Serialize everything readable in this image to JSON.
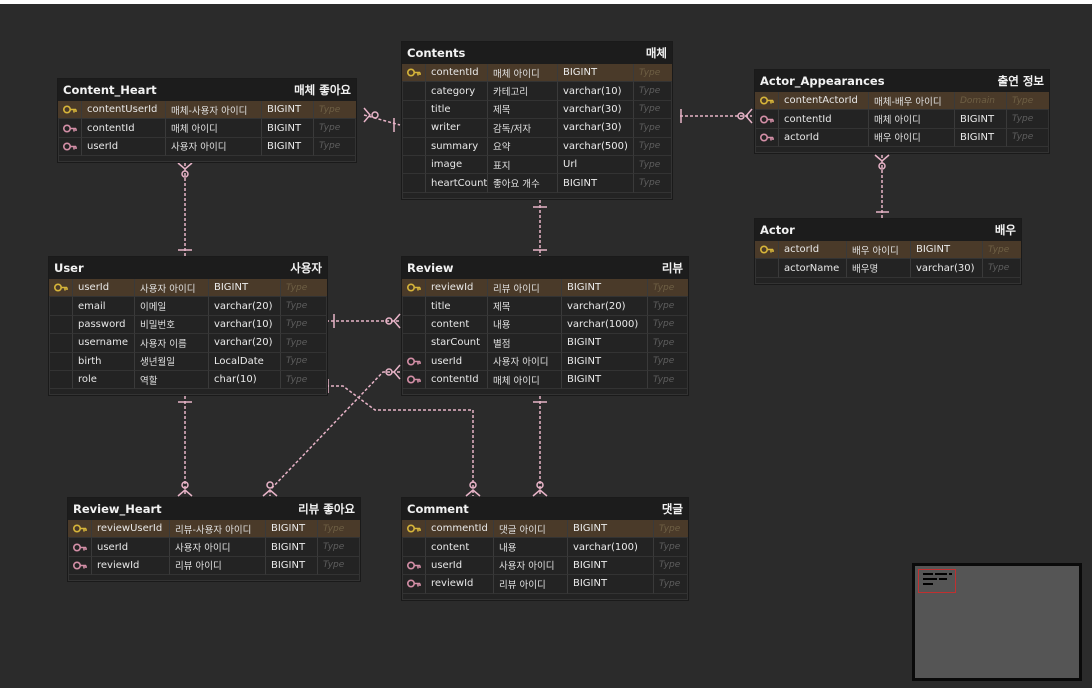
{
  "colors": {
    "background": "#2b2b2b",
    "pk_row": "#4a3a29",
    "relation_line": "#e8b4c8",
    "pk_key": "#d7b53a",
    "fk_key": "#d48fa7"
  },
  "placeholder": "Type",
  "domain_placeholder": "Domain",
  "tables": [
    {
      "id": "contents",
      "name": "Contents",
      "label": "매체",
      "rows": [
        {
          "key": "pk",
          "name": "contentId",
          "logical": "매체 아이디",
          "type": "BIGINT"
        },
        {
          "key": "",
          "name": "category",
          "logical": "카테고리",
          "type": "varchar(10)"
        },
        {
          "key": "",
          "name": "title",
          "logical": "제목",
          "type": "varchar(30)"
        },
        {
          "key": "",
          "name": "writer",
          "logical": "감독/저자",
          "type": "varchar(30)"
        },
        {
          "key": "",
          "name": "summary",
          "logical": "요약",
          "type": "varchar(500)"
        },
        {
          "key": "",
          "name": "image",
          "logical": "표지",
          "type": "Url"
        },
        {
          "key": "",
          "name": "heartCount",
          "logical": "좋아요 개수",
          "type": "BIGINT"
        }
      ]
    },
    {
      "id": "content_heart",
      "name": "Content_Heart",
      "label": "매체 좋아요",
      "rows": [
        {
          "key": "pk",
          "name": "contentUserId",
          "logical": "매체-사용자 아이디",
          "type": "BIGINT"
        },
        {
          "key": "fk",
          "name": "contentId",
          "logical": "매체 아이디",
          "type": "BIGINT"
        },
        {
          "key": "fk",
          "name": "userId",
          "logical": "사용자 아이디",
          "type": "BIGINT"
        }
      ]
    },
    {
      "id": "actor_appearances",
      "name": "Actor_Appearances",
      "label": "출연 정보",
      "rows": [
        {
          "key": "pk",
          "name": "contentActorId",
          "logical": "매체-배우 아이디",
          "type": "",
          "domain": true
        },
        {
          "key": "fk",
          "name": "contentId",
          "logical": "매체 아이디",
          "type": "BIGINT"
        },
        {
          "key": "fk",
          "name": "actorId",
          "logical": "배우 아이디",
          "type": "BIGINT"
        }
      ]
    },
    {
      "id": "actor",
      "name": "Actor",
      "label": "배우",
      "rows": [
        {
          "key": "pk",
          "name": "actorId",
          "logical": "배우 아이디",
          "type": "BIGINT"
        },
        {
          "key": "",
          "name": "actorName",
          "logical": "배우명",
          "type": "varchar(30)"
        }
      ]
    },
    {
      "id": "user",
      "name": "User",
      "label": "사용자",
      "rows": [
        {
          "key": "pk",
          "name": "userId",
          "logical": "사용자 아이디",
          "type": "BIGINT"
        },
        {
          "key": "",
          "name": "email",
          "logical": "이메일",
          "type": "varchar(20)"
        },
        {
          "key": "",
          "name": "password",
          "logical": "비밀번호",
          "type": "varchar(10)"
        },
        {
          "key": "",
          "name": "username",
          "logical": "사용자 이름",
          "type": "varchar(20)"
        },
        {
          "key": "",
          "name": "birth",
          "logical": "생년월일",
          "type": "LocalDate"
        },
        {
          "key": "",
          "name": "role",
          "logical": "역할",
          "type": "char(10)"
        }
      ]
    },
    {
      "id": "review",
      "name": "Review",
      "label": "리뷰",
      "rows": [
        {
          "key": "pk",
          "name": "reviewId",
          "logical": "리뷰 아이디",
          "type": "BIGINT"
        },
        {
          "key": "",
          "name": "title",
          "logical": "제목",
          "type": "varchar(20)"
        },
        {
          "key": "",
          "name": "content",
          "logical": "내용",
          "type": "varchar(1000)"
        },
        {
          "key": "",
          "name": "starCount",
          "logical": "별점",
          "type": "BIGINT"
        },
        {
          "key": "fk",
          "name": "userId",
          "logical": "사용자 아이디",
          "type": "BIGINT"
        },
        {
          "key": "fk",
          "name": "contentId",
          "logical": "매체 아이디",
          "type": "BIGINT"
        }
      ]
    },
    {
      "id": "review_heart",
      "name": "Review_Heart",
      "label": "리뷰 좋아요",
      "rows": [
        {
          "key": "pk",
          "name": "reviewUserId",
          "logical": "리뷰-사용자 아이디",
          "type": "BIGINT"
        },
        {
          "key": "fk",
          "name": "userId",
          "logical": "사용자 아이디",
          "type": "BIGINT"
        },
        {
          "key": "fk",
          "name": "reviewId",
          "logical": "리뷰 아이디",
          "type": "BIGINT"
        }
      ]
    },
    {
      "id": "comment",
      "name": "Comment",
      "label": "댓글",
      "rows": [
        {
          "key": "pk",
          "name": "commentId",
          "logical": "댓글 아이디",
          "type": "BIGINT"
        },
        {
          "key": "",
          "name": "content",
          "logical": "내용",
          "type": "varchar(100)"
        },
        {
          "key": "fk",
          "name": "userId",
          "logical": "사용자 아이디",
          "type": "BIGINT"
        },
        {
          "key": "fk",
          "name": "reviewId",
          "logical": "리뷰 아이디",
          "type": "BIGINT"
        }
      ]
    }
  ]
}
